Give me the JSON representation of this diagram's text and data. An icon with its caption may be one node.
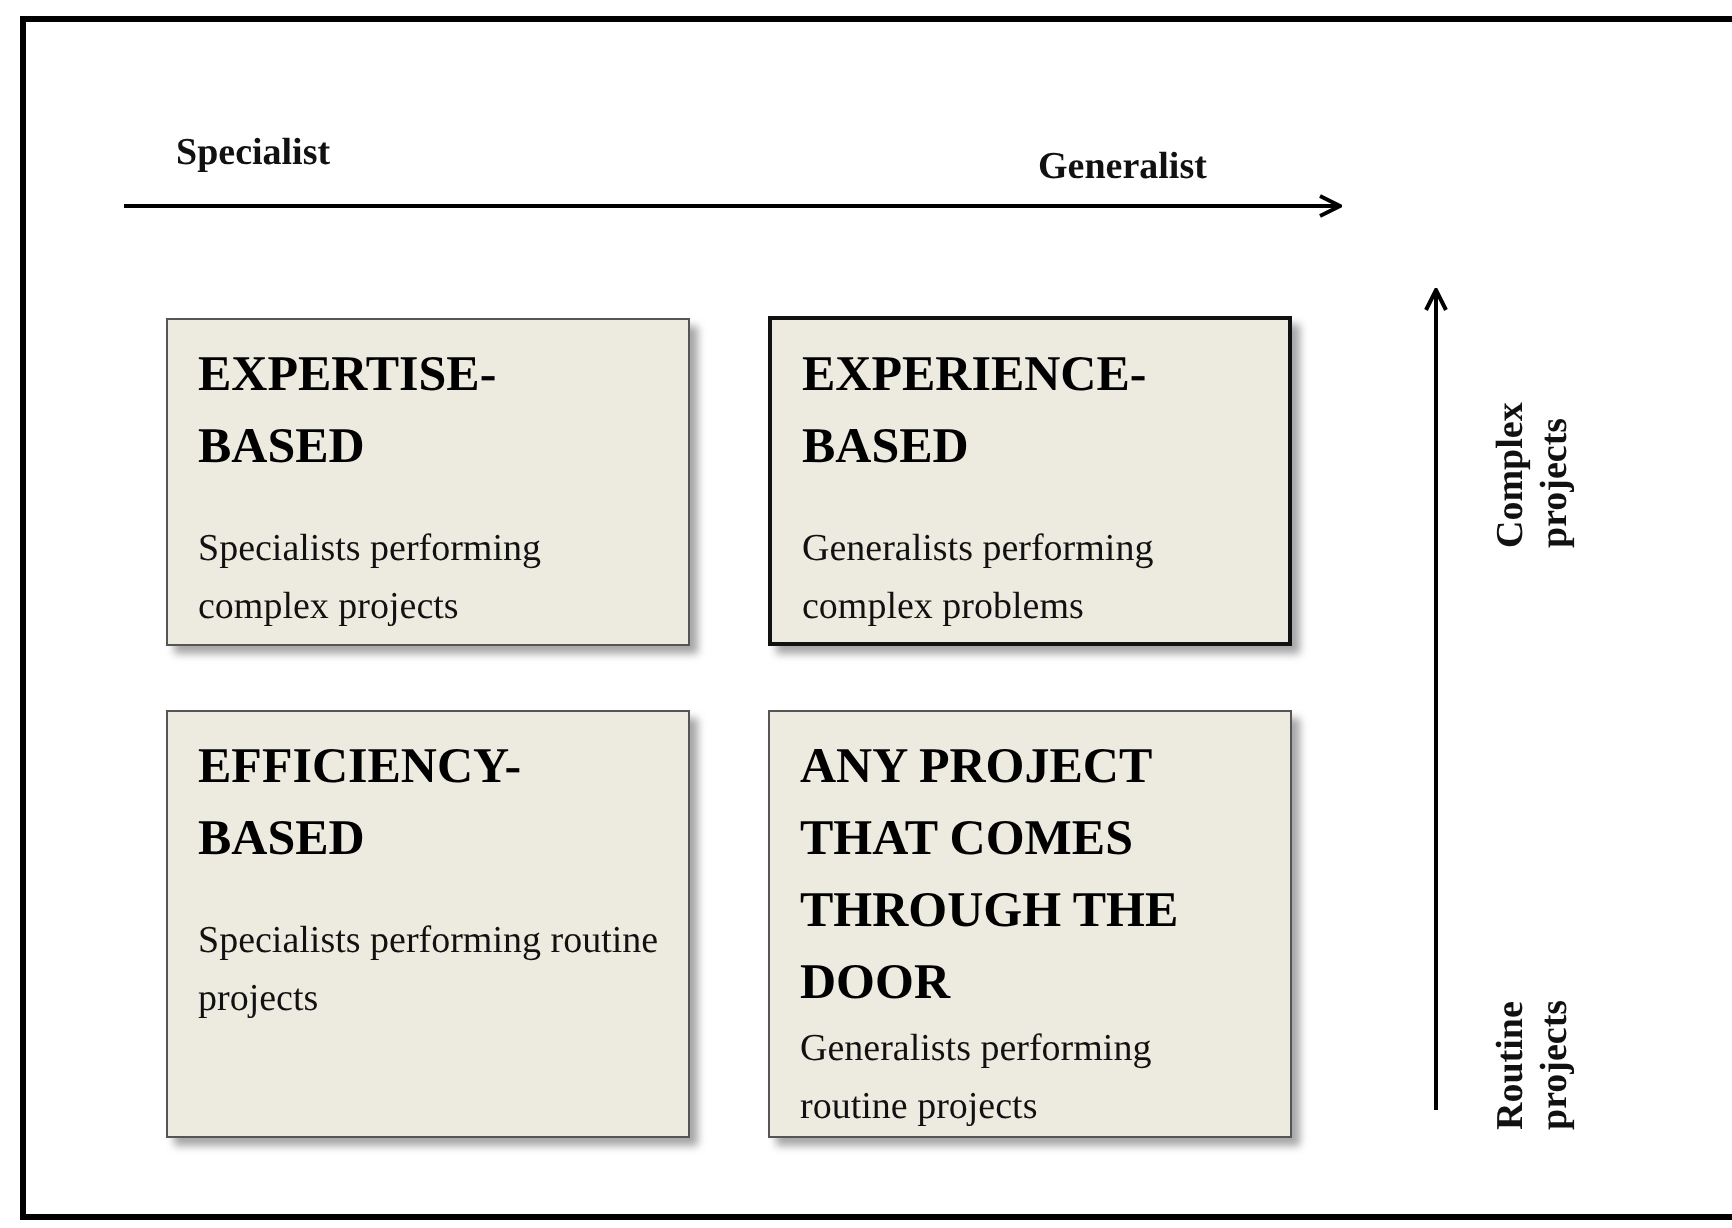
{
  "diagram": {
    "nodes": [
      {
        "text": [
          "EXPERTISE- BASED",
          "Specialists performing complex projects"
        ]
      },
      {
        "text": [
          "EXPERIENCE- BASED",
          "Generalists performing complex problems"
        ]
      },
      {
        "text": [
          "EFFICIENCY- BASED",
          "Specialists performing routine projects"
        ]
      },
      {
        "text": [
          "ANY PROJECT THAT COMES THROUGH THE DOOR",
          "Generalists performing routine projects"
        ]
      }
    ],
    "edges": [],
    "labels": [
      "Specialist",
      "Generalist",
      "Complex projects",
      "Routine projects"
    ]
  }
}
